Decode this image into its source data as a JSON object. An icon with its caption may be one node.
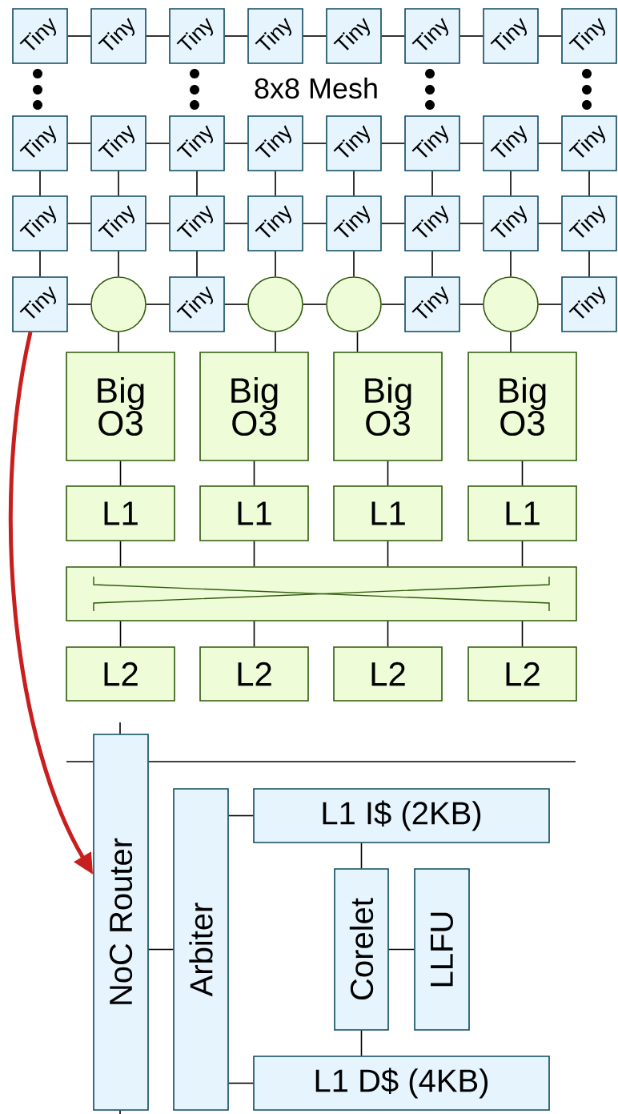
{
  "diagram": {
    "nodes": [
      {
        "text": [
          "Tiny"
        ]
      },
      {
        "text": [
          "Tiny"
        ]
      },
      {
        "text": [
          "Tiny"
        ]
      },
      {
        "text": [
          "Tiny"
        ]
      },
      {
        "text": [
          "Tiny"
        ]
      },
      {
        "text": [
          "Tiny"
        ]
      },
      {
        "text": [
          "Tiny"
        ]
      },
      {
        "text": [
          "Tiny"
        ]
      },
      {
        "text": [
          "Tiny"
        ]
      },
      {
        "text": [
          "Tiny"
        ]
      },
      {
        "text": [
          "Tiny"
        ]
      },
      {
        "text": [
          "Tiny"
        ]
      },
      {
        "text": [
          "Tiny"
        ]
      },
      {
        "text": [
          "Tiny"
        ]
      },
      {
        "text": [
          "Tiny"
        ]
      },
      {
        "text": [
          "Tiny"
        ]
      },
      {
        "text": [
          "Tiny"
        ]
      },
      {
        "text": [
          "Tiny"
        ]
      },
      {
        "text": [
          "Tiny"
        ]
      },
      {
        "text": [
          "Tiny"
        ]
      },
      {
        "text": [
          "Tiny"
        ]
      },
      {
        "text": [
          "Tiny"
        ]
      },
      {
        "text": [
          "Tiny"
        ]
      },
      {
        "text": [
          "Tiny"
        ]
      },
      {
        "text": [
          "Tiny"
        ]
      },
      {
        "text": [],
        "shape": "circle"
      },
      {
        "text": [
          "Tiny"
        ]
      },
      {
        "text": [],
        "shape": "circle"
      },
      {
        "text": [],
        "shape": "circle"
      },
      {
        "text": [
          "Tiny"
        ]
      },
      {
        "text": [],
        "shape": "circle"
      },
      {
        "text": [
          "Tiny"
        ]
      },
      {
        "text": [
          "Big O3"
        ]
      },
      {
        "text": [
          "Big O3"
        ]
      },
      {
        "text": [
          "Big O3"
        ]
      },
      {
        "text": [
          "Big O3"
        ]
      },
      {
        "text": [
          "L1"
        ]
      },
      {
        "text": [
          "L1"
        ]
      },
      {
        "text": [
          "L1"
        ]
      },
      {
        "text": [
          "L1"
        ]
      },
      {
        "text": [],
        "shape": "box"
      },
      {
        "text": [
          "L2"
        ]
      },
      {
        "text": [
          "L2"
        ]
      },
      {
        "text": [
          "L2"
        ]
      },
      {
        "text": [
          "L2"
        ]
      },
      {
        "text": [
          "NoC Router"
        ]
      },
      {
        "text": [
          "Arbiter"
        ]
      },
      {
        "text": [
          "L1 I$ (2KB)"
        ]
      },
      {
        "text": [
          "Corelet"
        ]
      },
      {
        "text": [
          "LLFU"
        ]
      },
      {
        "text": [
          "L1 D$ (4KB)"
        ]
      }
    ],
    "edges": [
      {
        "from": 0,
        "to": 1,
        "arrow": "none"
      },
      {
        "from": 1,
        "to": 2,
        "arrow": "none"
      },
      {
        "from": 2,
        "to": 3,
        "arrow": "none"
      },
      {
        "from": 3,
        "to": 4,
        "arrow": "none"
      },
      {
        "from": 4,
        "to": 5,
        "arrow": "none"
      },
      {
        "from": 5,
        "to": 6,
        "arrow": "none"
      },
      {
        "from": 6,
        "to": 7,
        "arrow": "none"
      },
      {
        "from": 8,
        "to": 9,
        "arrow": "none"
      },
      {
        "from": 9,
        "to": 10,
        "arrow": "none"
      },
      {
        "from": 10,
        "to": 11,
        "arrow": "none"
      },
      {
        "from": 11,
        "to": 12,
        "arrow": "none"
      },
      {
        "from": 12,
        "to": 13,
        "arrow": "none"
      },
      {
        "from": 13,
        "to": 14,
        "arrow": "none"
      },
      {
        "from": 14,
        "to": 15,
        "arrow": "none"
      },
      {
        "from": 16,
        "to": 17,
        "arrow": "none"
      },
      {
        "from": 17,
        "to": 18,
        "arrow": "none"
      },
      {
        "from": 18,
        "to": 19,
        "arrow": "none"
      },
      {
        "from": 19,
        "to": 20,
        "arrow": "none"
      },
      {
        "from": 20,
        "to": 21,
        "arrow": "none"
      },
      {
        "from": 21,
        "to": 22,
        "arrow": "none"
      },
      {
        "from": 22,
        "to": 23,
        "arrow": "none"
      },
      {
        "from": 24,
        "to": 25,
        "arrow": "none"
      },
      {
        "from": 25,
        "to": 26,
        "arrow": "none"
      },
      {
        "from": 26,
        "to": 27,
        "arrow": "none"
      },
      {
        "from": 27,
        "to": 28,
        "arrow": "none"
      },
      {
        "from": 28,
        "to": 29,
        "arrow": "none"
      },
      {
        "from": 29,
        "to": 30,
        "arrow": "none"
      },
      {
        "from": 30,
        "to": 31,
        "arrow": "none"
      },
      {
        "from": 8,
        "to": 16,
        "arrow": "none"
      },
      {
        "from": 9,
        "to": 17,
        "arrow": "none"
      },
      {
        "from": 10,
        "to": 18,
        "arrow": "none"
      },
      {
        "from": 11,
        "to": 19,
        "arrow": "none"
      },
      {
        "from": 12,
        "to": 20,
        "arrow": "none"
      },
      {
        "from": 13,
        "to": 21,
        "arrow": "none"
      },
      {
        "from": 14,
        "to": 22,
        "arrow": "none"
      },
      {
        "from": 15,
        "to": 23,
        "arrow": "none"
      },
      {
        "from": 16,
        "to": 24,
        "arrow": "none"
      },
      {
        "from": 17,
        "to": 25,
        "arrow": "none"
      },
      {
        "from": 18,
        "to": 26,
        "arrow": "none"
      },
      {
        "from": 19,
        "to": 27,
        "arrow": "none"
      },
      {
        "from": 20,
        "to": 28,
        "arrow": "none"
      },
      {
        "from": 21,
        "to": 29,
        "arrow": "none"
      },
      {
        "from": 22,
        "to": 30,
        "arrow": "none"
      },
      {
        "from": 23,
        "to": 31,
        "arrow": "none"
      },
      {
        "from": 25,
        "to": 32,
        "arrow": "none"
      },
      {
        "from": 27,
        "to": 33,
        "arrow": "none"
      },
      {
        "from": 28,
        "to": 34,
        "arrow": "none"
      },
      {
        "from": 30,
        "to": 35,
        "arrow": "none"
      },
      {
        "from": 32,
        "to": 36,
        "arrow": "none"
      },
      {
        "from": 33,
        "to": 37,
        "arrow": "none"
      },
      {
        "from": 34,
        "to": 38,
        "arrow": "none"
      },
      {
        "from": 35,
        "to": 39,
        "arrow": "none"
      },
      {
        "from": 36,
        "to": 40,
        "arrow": "none"
      },
      {
        "from": 37,
        "to": 40,
        "arrow": "none"
      },
      {
        "from": 38,
        "to": 40,
        "arrow": "none"
      },
      {
        "from": 39,
        "to": 40,
        "arrow": "none"
      },
      {
        "from": 40,
        "to": 41,
        "arrow": "none"
      },
      {
        "from": 40,
        "to": 42,
        "arrow": "none"
      },
      {
        "from": 40,
        "to": 43,
        "arrow": "none"
      },
      {
        "from": 40,
        "to": 44,
        "arrow": "none"
      },
      {
        "from": 45,
        "to": 46,
        "arrow": "none"
      },
      {
        "from": 46,
        "to": 47,
        "arrow": "none"
      },
      {
        "from": 46,
        "to": 50,
        "arrow": "none"
      },
      {
        "from": 47,
        "to": 48,
        "arrow": "none"
      },
      {
        "from": 48,
        "to": 50,
        "arrow": "none"
      },
      {
        "from": 48,
        "to": 49,
        "arrow": "none"
      },
      {
        "from": null,
        "to": 45,
        "arrow": "none"
      },
      {
        "from": null,
        "to": 45,
        "arrow": "none"
      },
      {
        "from": null,
        "to": 45,
        "arrow": "none"
      },
      {
        "from": null,
        "to": 45,
        "arrow": "none"
      },
      {
        "from": 24,
        "to": 45,
        "arrow": "to",
        "style": "thick",
        "color": "#c81e1e"
      }
    ],
    "labels": [
      "8x8 Mesh"
    ]
  }
}
